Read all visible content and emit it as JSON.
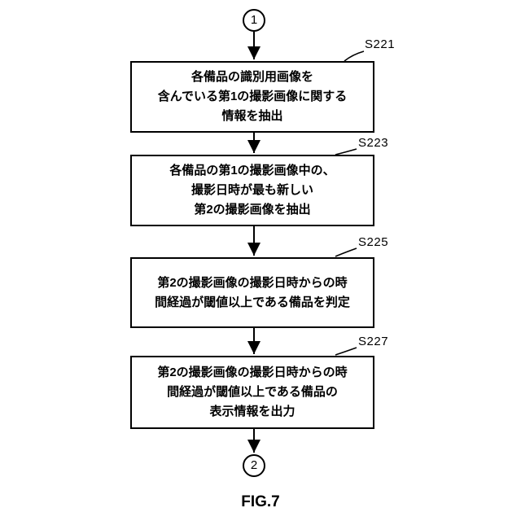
{
  "figure": {
    "caption": "FIG.7",
    "start_connector_label": "1",
    "end_connector_label": "2"
  },
  "steps": [
    {
      "id": "S221",
      "lines": [
        "各備品の識別用画像を",
        "含んでいる第1の撮影画像に関する",
        "情報を抽出"
      ]
    },
    {
      "id": "S223",
      "lines": [
        "各備品の第1の撮影画像中の、",
        "撮影日時が最も新しい",
        "第2の撮影画像を抽出"
      ]
    },
    {
      "id": "S225",
      "lines": [
        "第2の撮影画像の撮影日時からの時",
        "間経過が閾値以上である備品を判定"
      ]
    },
    {
      "id": "S227",
      "lines": [
        "第2の撮影画像の撮影日時からの時",
        "間経過が閾値以上である備品の",
        "表示情報を出力"
      ]
    }
  ]
}
